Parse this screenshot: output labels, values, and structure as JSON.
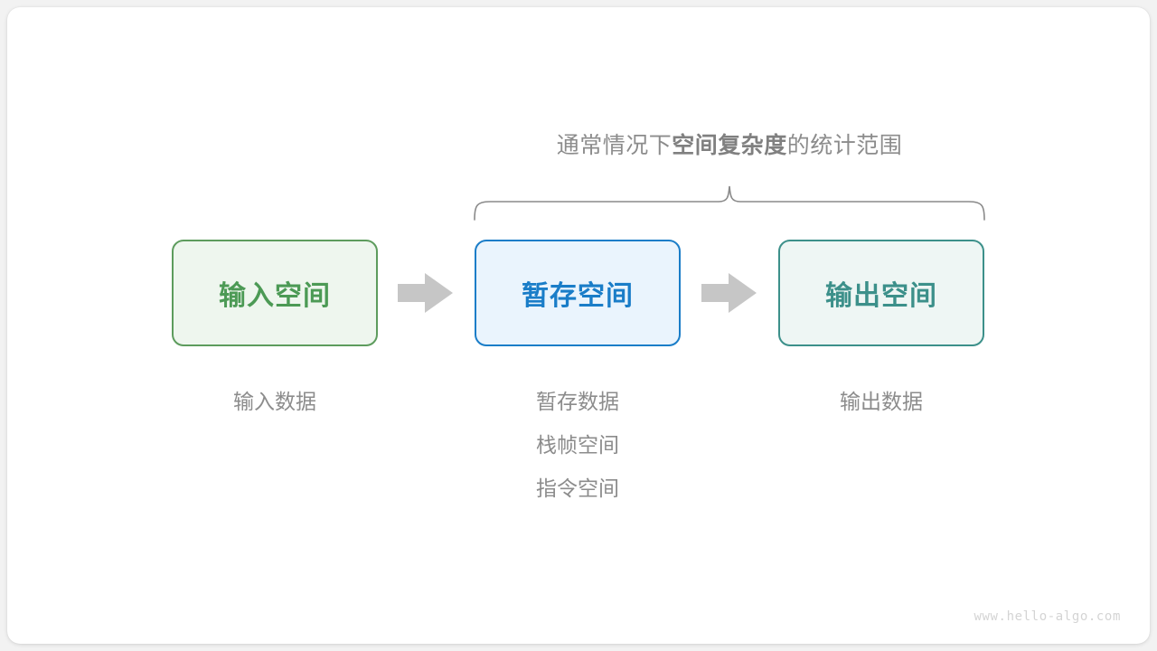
{
  "diagram": {
    "brace_title": {
      "prefix": "通常情况下",
      "emphasis": "空间复杂度",
      "suffix": "的统计范围"
    },
    "boxes": [
      {
        "label": "输入空间",
        "border_color": "#5d9c5d",
        "fill_color": "#eef6ee",
        "text_color": "#4c9a55"
      },
      {
        "label": "暂存空间",
        "border_color": "#1a7dc8",
        "fill_color": "#eaf4fd",
        "text_color": "#1a7dc8"
      },
      {
        "label": "输出空间",
        "border_color": "#3c908a",
        "fill_color": "#eef6f4",
        "text_color": "#3c908a"
      }
    ],
    "arrows": [
      {
        "name": "arrow-input-to-buffer",
        "color": "#c6c6c6"
      },
      {
        "name": "arrow-buffer-to-output",
        "color": "#c6c6c6"
      }
    ],
    "captions": {
      "input": [
        "输入数据"
      ],
      "buffer": [
        "暂存数据",
        "栈帧空间",
        "指令空间"
      ],
      "output": [
        "输出数据"
      ]
    },
    "brace_color": "#8a8a8a",
    "caption_color": "#8c8c8c"
  },
  "watermark": {
    "text": "www.hello-algo.com"
  }
}
